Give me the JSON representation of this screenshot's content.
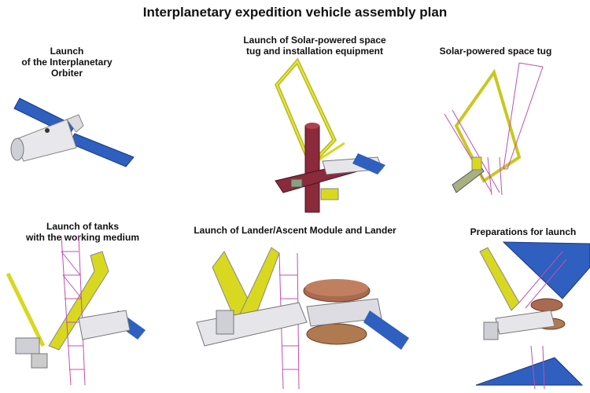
{
  "title": "Interplanetary expedition vehicle assembly plan",
  "panels": [
    {
      "caption": "Launch\nof the Interplanetary\nOrbiter"
    },
    {
      "caption": "Launch of Solar-powered space\ntug and installation equipment"
    },
    {
      "caption": "Solar-powered space tug"
    },
    {
      "caption": "Launch of tanks\nwith the working medium"
    },
    {
      "caption": "Launch of Lander/Ascent Module and Lander"
    },
    {
      "caption": "Preparations for launch"
    }
  ],
  "colors": {
    "solar_panel": "#2f5fbf",
    "frame_yellow": "#d8d820",
    "truss_magenta": "#c050b0",
    "module_white": "#e6e6ea",
    "tank_maroon": "#8a2a3a",
    "disc_brown": "#a86a50"
  }
}
